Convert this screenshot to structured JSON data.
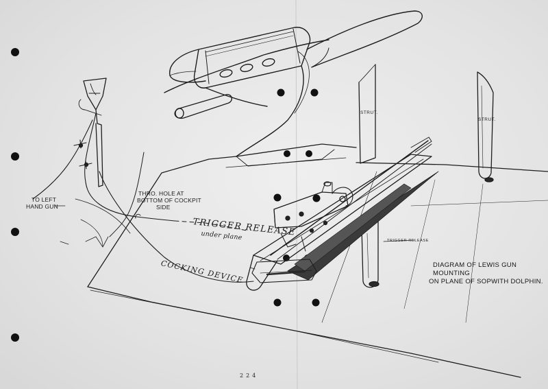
{
  "diagram": {
    "caption": {
      "line1": "DIAGRAM OF LEWIS GUN MOUNTING",
      "line2": "ON PLANE OF SOPWITH DOLPHIN."
    },
    "labels": {
      "strut_left": "STRUT.",
      "strut_right": "STRUT.",
      "left_hand_gun_line1": "TO LEFT",
      "left_hand_gun_line2": "HAND GUN",
      "hole_line1": "THRO. HOLE AT",
      "hole_line2": "BOTTOM OF COCKPIT",
      "hole_line3": "SIDE",
      "trigger_release": "TRIGGER RELEASE",
      "under_plane": "under plane",
      "trigger_release_small": "TRIGGER RELEASE",
      "cocking_device": "COCKING DEVICE"
    },
    "page_number": "224"
  }
}
